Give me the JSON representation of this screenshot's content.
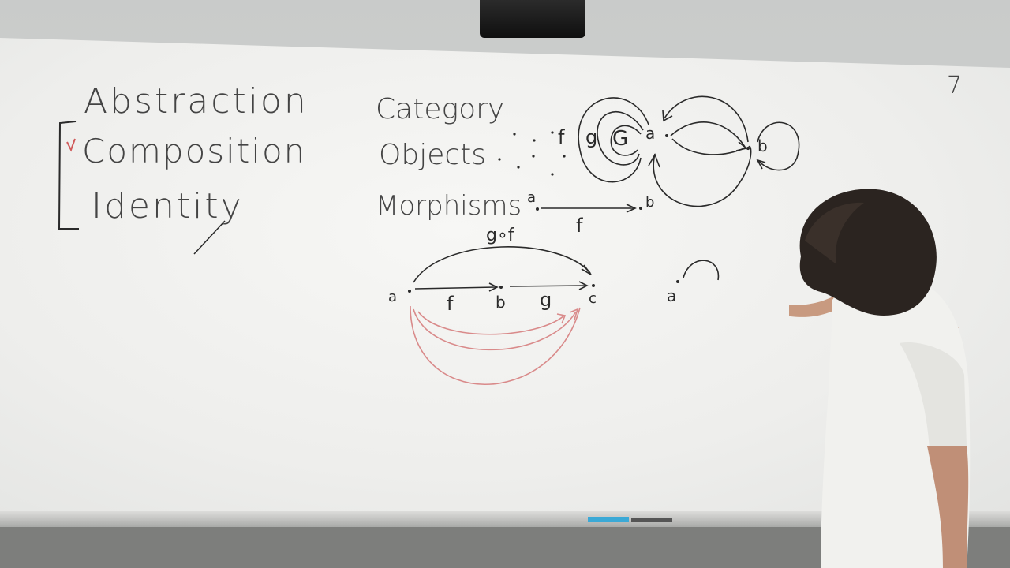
{
  "board": {
    "left_list": {
      "title": "Abstraction",
      "items": [
        "Composition",
        "Identity"
      ]
    },
    "center_list": {
      "items": [
        "Category",
        "Objects",
        "Morphisms"
      ]
    },
    "morphism_example": {
      "source": "a",
      "target": "b",
      "arrow_label": "f"
    },
    "category_diagram": {
      "labels": [
        "f",
        "g",
        "G",
        "a",
        "b"
      ]
    },
    "composition_diagram": {
      "composite_label": "g∘f",
      "objects": [
        "a",
        "b",
        "c"
      ],
      "arrow_labels": [
        "f",
        "g"
      ]
    },
    "identity_sketch": {
      "object": "a"
    },
    "corner_mark": "7"
  },
  "colors": {
    "ink_black": "#2a2a2a",
    "ink_red": "#d98a8a",
    "board": "#f2f2f0"
  }
}
